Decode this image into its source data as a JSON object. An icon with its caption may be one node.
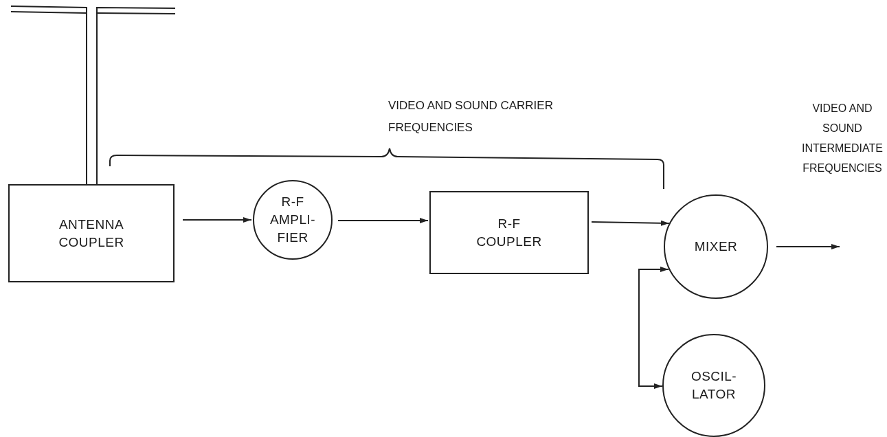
{
  "diagram": {
    "nodes": [
      {
        "text": [
          "ANTENNA COUPLER"
        ]
      },
      {
        "text": [
          "R-F AMPLI- FIER"
        ]
      },
      {
        "text": [
          "R-F COUPLER"
        ]
      },
      {
        "text": [
          "MIXER"
        ]
      },
      {
        "text": [
          "OSCIL- LATOR"
        ]
      }
    ],
    "edges": [
      {
        "from": 0,
        "to": 1,
        "arrow": "to"
      },
      {
        "from": 1,
        "to": 2,
        "arrow": "to"
      },
      {
        "from": 2,
        "to": 3,
        "arrow": "to"
      },
      {
        "from": 4,
        "to": 3,
        "arrow": "both"
      },
      {
        "from": 3,
        "to": null,
        "arrow": "to"
      }
    ],
    "labels": [
      "VIDEO AND SOUND CARRIER FREQUENCIES",
      "VIDEO AND SOUND INTERMEDIATE FREQUENCIES"
    ]
  }
}
